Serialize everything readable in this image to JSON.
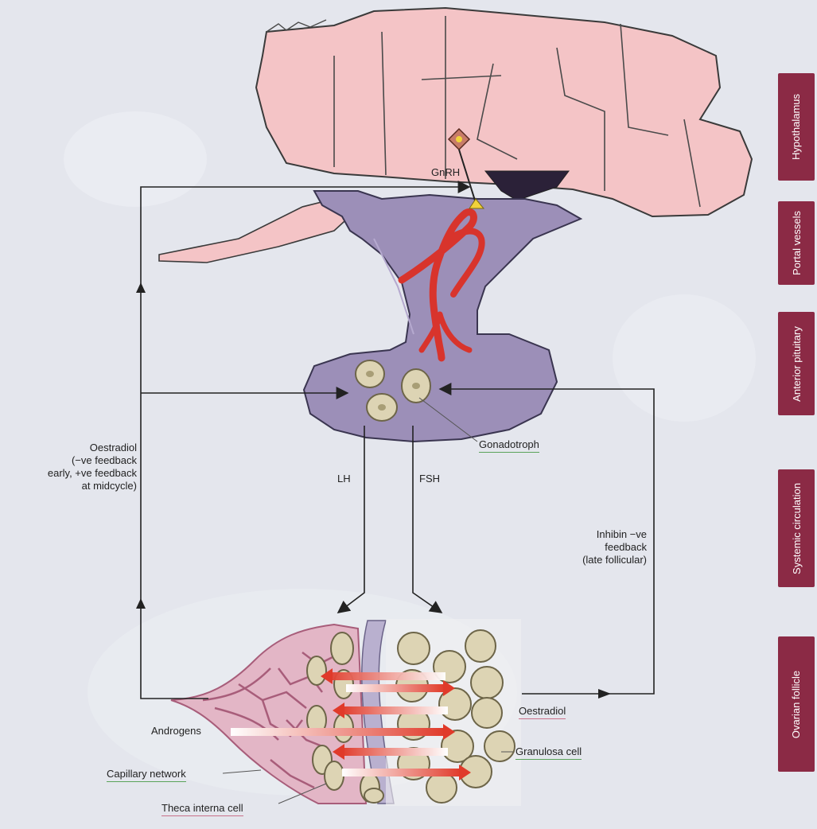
{
  "labels": {
    "gnrh": "GnRH",
    "gonadotroph": "Gonadotroph",
    "lh": "LH",
    "fsh": "FSH",
    "oestradiol_feedback": [
      "Oestradiol",
      "(−ve feedback",
      "early, +ve feedback",
      "at midcycle)"
    ],
    "inhibin_feedback": [
      "Inhibin −ve",
      "feedback",
      "(late follicular)"
    ],
    "oestradiol": "Oestradiol",
    "androgens": "Androgens",
    "granulosa_cell": "Granulosa cell",
    "capillary_network": "Capillary network",
    "theca_interna_cell": "Theca interna cell"
  },
  "side_tabs": [
    "Hypothalamus",
    "Portal vessels",
    "Anterior pituitary",
    "Systemic circulation",
    "Ovarian follicle"
  ],
  "colors": {
    "hypothalamus": "#f4c4c6",
    "pituitary": "#9c8fb8",
    "portal_vessel": "#d8342c",
    "cell_fill": "#ddd4b4",
    "capillary": "#dca0b6",
    "tab": "#8b2a45",
    "arrow": "#222222"
  }
}
